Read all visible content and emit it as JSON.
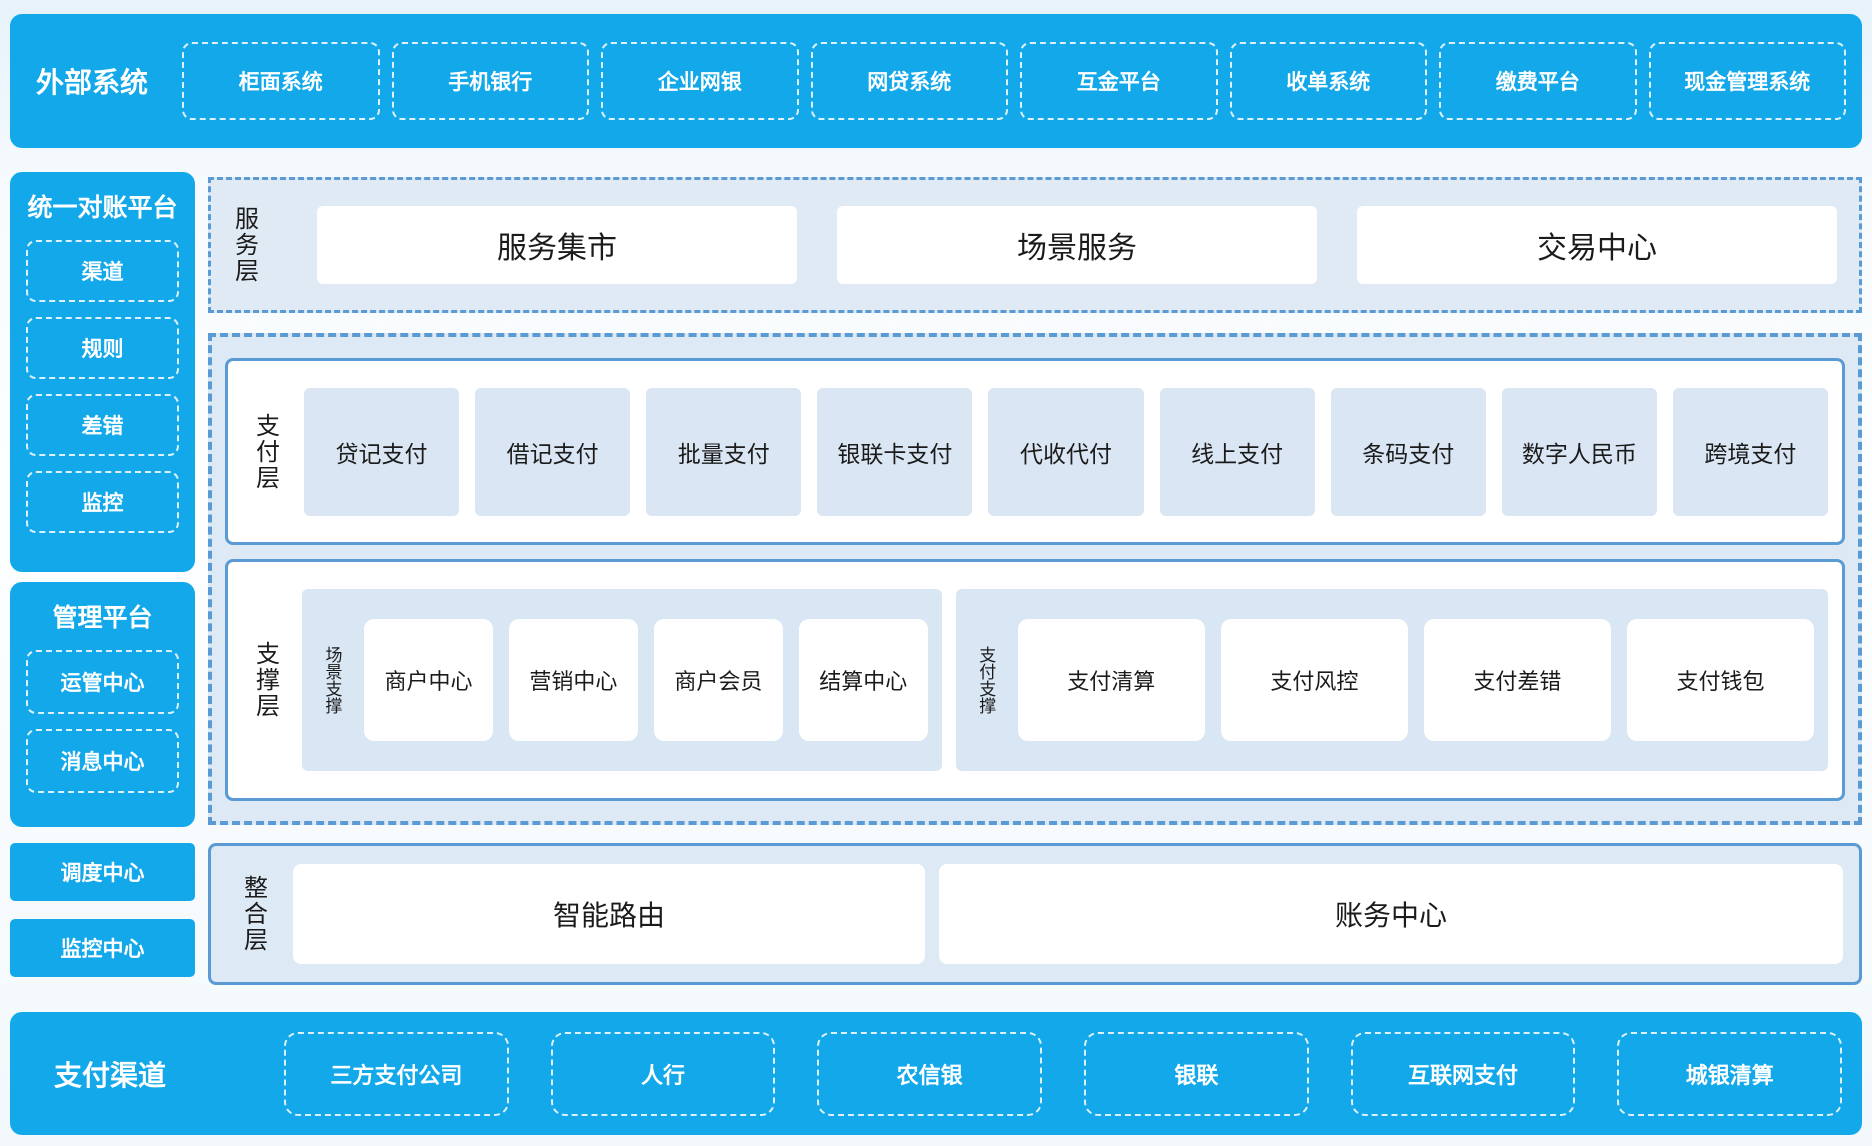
{
  "colors": {
    "bright_blue": "#12a8e9",
    "panel_blue": "#dde9f4",
    "tile_blue": "#dae6f3",
    "border_blue": "#5b9bd5",
    "page_bg_top": "#e7f2fa"
  },
  "top_bar": {
    "title": "外部系统",
    "items": [
      "柜面系统",
      "手机银行",
      "企业网银",
      "网贷系统",
      "互金平台",
      "收单系统",
      "缴费平台",
      "现金管理系统"
    ]
  },
  "left_column": {
    "group_a": {
      "title": "统一对账平台",
      "items": [
        "渠道",
        "规则",
        "差错",
        "监控"
      ]
    },
    "group_b": {
      "title": "管理平台",
      "items": [
        "运管中心",
        "消息中心"
      ]
    },
    "solo_blocks": [
      "调度中心",
      "监控中心"
    ]
  },
  "service_layer": {
    "label": "服务层",
    "boxes": [
      "服务集市",
      "场景服务",
      "交易中心"
    ]
  },
  "payment_layer": {
    "label": "支付层",
    "tiles": [
      "贷记支付",
      "借记支付",
      "批量支付",
      "银联卡支付",
      "代收代付",
      "线上支付",
      "条码支付",
      "数字人民币",
      "跨境支付"
    ]
  },
  "support_layer": {
    "label": "支撑层",
    "groups": [
      {
        "label": "场景支撑",
        "tiles": [
          "商户中心",
          "营销中心",
          "商户会员",
          "结算中心"
        ]
      },
      {
        "label": "支付支撑",
        "tiles": [
          "支付清算",
          "支付风控",
          "支付差错",
          "支付钱包"
        ]
      }
    ]
  },
  "integration_layer": {
    "label": "整合层",
    "boxes": [
      "智能路由",
      "账务中心"
    ]
  },
  "bottom_bar": {
    "title": "支付渠道",
    "items": [
      "三方支付公司",
      "人行",
      "农信银",
      "银联",
      "互联网支付",
      "城银清算"
    ]
  }
}
